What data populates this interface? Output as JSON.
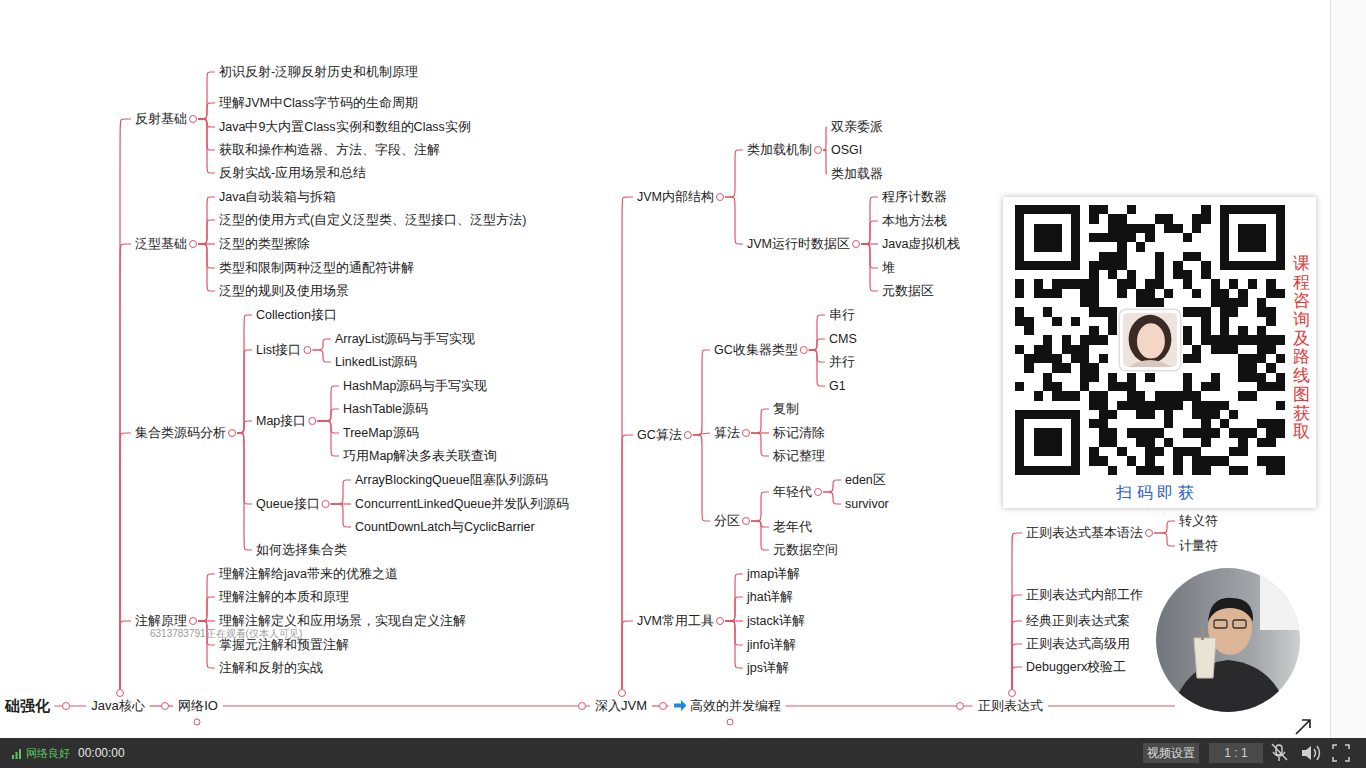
{
  "diagram": {
    "nodes": [
      {
        "text": [
          "反射基础"
        ]
      },
      {
        "text": [
          "初识反射-泛聊反射历史和机制原理"
        ]
      },
      {
        "text": [
          "理解JVM中Class字节码的生命周期"
        ]
      },
      {
        "text": [
          "Java中9大内置Class实例和数组的Class实例"
        ]
      },
      {
        "text": [
          "获取和操作构造器、方法、字段、注解"
        ]
      },
      {
        "text": [
          "反射实战-应用场景和总结"
        ]
      },
      {
        "text": [
          "泛型基础"
        ]
      },
      {
        "text": [
          "Java自动装箱与拆箱"
        ]
      },
      {
        "text": [
          "泛型的使用方式(自定义泛型类、泛型接口、泛型方法)"
        ]
      },
      {
        "text": [
          "泛型的类型擦除"
        ]
      },
      {
        "text": [
          "类型和限制两种泛型的通配符讲解"
        ]
      },
      {
        "text": [
          "泛型的规则及使用场景"
        ]
      },
      {
        "text": [
          "集合类源码分析"
        ]
      },
      {
        "text": [
          "Collection接口"
        ]
      },
      {
        "text": [
          "List接口"
        ]
      },
      {
        "text": [
          "ArrayList源码与手写实现"
        ]
      },
      {
        "text": [
          "LinkedList源码"
        ]
      },
      {
        "text": [
          "Map接口"
        ]
      },
      {
        "text": [
          "HashMap源码与手写实现"
        ]
      },
      {
        "text": [
          "HashTable源码"
        ]
      },
      {
        "text": [
          "TreeMap源码"
        ]
      },
      {
        "text": [
          "巧用Map解决多表关联查询"
        ]
      },
      {
        "text": [
          "Queue接口"
        ]
      },
      {
        "text": [
          "ArrayBlockingQueue阻塞队列源码"
        ]
      },
      {
        "text": [
          "ConcurrentLinkedQueue并发队列源码"
        ]
      },
      {
        "text": [
          "CountDownLatch与CyclicBarrier"
        ]
      },
      {
        "text": [
          "如何选择集合类"
        ]
      },
      {
        "text": [
          "注解原理"
        ]
      },
      {
        "text": [
          "理解注解给java带来的优雅之道"
        ]
      },
      {
        "text": [
          "理解注解的本质和原理"
        ]
      },
      {
        "text": [
          "理解注解定义和应用场景，实现自定义注解"
        ]
      },
      {
        "text": [
          "掌握元注解和预置注解"
        ]
      },
      {
        "text": [
          "注解和反射的实战"
        ]
      },
      {
        "text": [
          "JVM内部结构"
        ]
      },
      {
        "text": [
          "类加载机制"
        ]
      },
      {
        "text": [
          "双亲委派"
        ]
      },
      {
        "text": [
          "OSGI"
        ]
      },
      {
        "text": [
          "类加载器"
        ]
      },
      {
        "text": [
          "JVM运行时数据区"
        ]
      },
      {
        "text": [
          "程序计数器"
        ]
      },
      {
        "text": [
          "本地方法栈"
        ]
      },
      {
        "text": [
          "Java虚拟机栈"
        ]
      },
      {
        "text": [
          "堆"
        ]
      },
      {
        "text": [
          "元数据区"
        ]
      },
      {
        "text": [
          "GC算法"
        ]
      },
      {
        "text": [
          "GC收集器类型"
        ]
      },
      {
        "text": [
          "串行"
        ]
      },
      {
        "text": [
          "CMS"
        ]
      },
      {
        "text": [
          "并行"
        ]
      },
      {
        "text": [
          "G1"
        ]
      },
      {
        "text": [
          "算法"
        ]
      },
      {
        "text": [
          "复制"
        ]
      },
      {
        "text": [
          "标记清除"
        ]
      },
      {
        "text": [
          "标记整理"
        ]
      },
      {
        "text": [
          "分区"
        ]
      },
      {
        "text": [
          "年轻代"
        ]
      },
      {
        "text": [
          "eden区"
        ]
      },
      {
        "text": [
          "survivor"
        ]
      },
      {
        "text": [
          "老年代"
        ]
      },
      {
        "text": [
          "元数据空间"
        ]
      },
      {
        "text": [
          "JVM常用工具"
        ]
      },
      {
        "text": [
          "jmap详解"
        ]
      },
      {
        "text": [
          "jhat详解"
        ]
      },
      {
        "text": [
          "jstack详解"
        ]
      },
      {
        "text": [
          "jinfo详解"
        ]
      },
      {
        "text": [
          "jps详解"
        ]
      },
      {
        "text": [
          "正则表达式基本语法"
        ]
      },
      {
        "text": [
          "转义符"
        ]
      },
      {
        "text": [
          "计量符"
        ]
      },
      {
        "text": [
          "正则表达式内部工作"
        ]
      },
      {
        "text": [
          "经典正则表达式案"
        ]
      },
      {
        "text": [
          "正则表达式高级用"
        ]
      },
      {
        "text": [
          "Debuggerx校验工"
        ]
      },
      {
        "text": [
          "础强化"
        ]
      },
      {
        "text": [
          "Java核心"
        ]
      },
      {
        "text": [
          "网络IO"
        ]
      },
      {
        "text": [
          "深入JVM"
        ]
      },
      {
        "text": [
          "高效的并发编程"
        ]
      },
      {
        "text": [
          "正则表达式"
        ]
      }
    ],
    "edges": [
      {
        "from": 73,
        "to": 74,
        "arrow": "none"
      },
      {
        "from": 74,
        "to": 75,
        "arrow": "none"
      },
      {
        "from": 75,
        "to": 76,
        "arrow": "none"
      },
      {
        "from": 76,
        "to": 77,
        "arrow": "none"
      },
      {
        "from": 77,
        "to": 78,
        "arrow": "none"
      },
      {
        "from": 74,
        "to": 0,
        "arrow": "none"
      },
      {
        "from": 74,
        "to": 6,
        "arrow": "none"
      },
      {
        "from": 74,
        "to": 12,
        "arrow": "none"
      },
      {
        "from": 74,
        "to": 27,
        "arrow": "none"
      },
      {
        "from": 0,
        "to": 1,
        "arrow": "none"
      },
      {
        "from": 0,
        "to": 2,
        "arrow": "none"
      },
      {
        "from": 0,
        "to": 3,
        "arrow": "none"
      },
      {
        "from": 0,
        "to": 4,
        "arrow": "none"
      },
      {
        "from": 0,
        "to": 5,
        "arrow": "none"
      },
      {
        "from": 6,
        "to": 7,
        "arrow": "none"
      },
      {
        "from": 6,
        "to": 8,
        "arrow": "none"
      },
      {
        "from": 6,
        "to": 9,
        "arrow": "none"
      },
      {
        "from": 6,
        "to": 10,
        "arrow": "none"
      },
      {
        "from": 6,
        "to": 11,
        "arrow": "none"
      },
      {
        "from": 12,
        "to": 13,
        "arrow": "none"
      },
      {
        "from": 12,
        "to": 14,
        "arrow": "none"
      },
      {
        "from": 12,
        "to": 17,
        "arrow": "none"
      },
      {
        "from": 12,
        "to": 22,
        "arrow": "none"
      },
      {
        "from": 12,
        "to": 26,
        "arrow": "none"
      },
      {
        "from": 14,
        "to": 15,
        "arrow": "none"
      },
      {
        "from": 14,
        "to": 16,
        "arrow": "none"
      },
      {
        "from": 17,
        "to": 18,
        "arrow": "none"
      },
      {
        "from": 17,
        "to": 19,
        "arrow": "none"
      },
      {
        "from": 17,
        "to": 20,
        "arrow": "none"
      },
      {
        "from": 17,
        "to": 21,
        "arrow": "none"
      },
      {
        "from": 22,
        "to": 23,
        "arrow": "none"
      },
      {
        "from": 22,
        "to": 24,
        "arrow": "none"
      },
      {
        "from": 22,
        "to": 25,
        "arrow": "none"
      },
      {
        "from": 27,
        "to": 28,
        "arrow": "none"
      },
      {
        "from": 27,
        "to": 29,
        "arrow": "none"
      },
      {
        "from": 27,
        "to": 30,
        "arrow": "none"
      },
      {
        "from": 27,
        "to": 31,
        "arrow": "none"
      },
      {
        "from": 27,
        "to": 32,
        "arrow": "none"
      },
      {
        "from": 76,
        "to": 33,
        "arrow": "none"
      },
      {
        "from": 76,
        "to": 44,
        "arrow": "none"
      },
      {
        "from": 76,
        "to": 60,
        "arrow": "none"
      },
      {
        "from": 33,
        "to": 34,
        "arrow": "none"
      },
      {
        "from": 33,
        "to": 38,
        "arrow": "none"
      },
      {
        "from": 34,
        "to": 35,
        "arrow": "none"
      },
      {
        "from": 34,
        "to": 36,
        "arrow": "none"
      },
      {
        "from": 34,
        "to": 37,
        "arrow": "none"
      },
      {
        "from": 38,
        "to": 39,
        "arrow": "none"
      },
      {
        "from": 38,
        "to": 40,
        "arrow": "none"
      },
      {
        "from": 38,
        "to": 41,
        "arrow": "none"
      },
      {
        "from": 38,
        "to": 42,
        "arrow": "none"
      },
      {
        "from": 38,
        "to": 43,
        "arrow": "none"
      },
      {
        "from": 44,
        "to": 45,
        "arrow": "none"
      },
      {
        "from": 44,
        "to": 50,
        "arrow": "none"
      },
      {
        "from": 44,
        "to": 54,
        "arrow": "none"
      },
      {
        "from": 45,
        "to": 46,
        "arrow": "none"
      },
      {
        "from": 45,
        "to": 47,
        "arrow": "none"
      },
      {
        "from": 45,
        "to": 48,
        "arrow": "none"
      },
      {
        "from": 45,
        "to": 49,
        "arrow": "none"
      },
      {
        "from": 50,
        "to": 51,
        "arrow": "none"
      },
      {
        "from": 50,
        "to": 52,
        "arrow": "none"
      },
      {
        "from": 50,
        "to": 53,
        "arrow": "none"
      },
      {
        "from": 54,
        "to": 55,
        "arrow": "none"
      },
      {
        "from": 54,
        "to": 58,
        "arrow": "none"
      },
      {
        "from": 54,
        "to": 59,
        "arrow": "none"
      },
      {
        "from": 55,
        "to": 56,
        "arrow": "none"
      },
      {
        "from": 55,
        "to": 57,
        "arrow": "none"
      },
      {
        "from": 60,
        "to": 61,
        "arrow": "none"
      },
      {
        "from": 60,
        "to": 62,
        "arrow": "none"
      },
      {
        "from": 60,
        "to": 63,
        "arrow": "none"
      },
      {
        "from": 60,
        "to": 64,
        "arrow": "none"
      },
      {
        "from": 60,
        "to": 65,
        "arrow": "none"
      },
      {
        "from": 78,
        "to": 66,
        "arrow": "none"
      },
      {
        "from": 78,
        "to": 69,
        "arrow": "none"
      },
      {
        "from": 78,
        "to": 70,
        "arrow": "none"
      },
      {
        "from": 78,
        "to": 71,
        "arrow": "none"
      },
      {
        "from": 78,
        "to": 72,
        "arrow": "none"
      },
      {
        "from": 66,
        "to": 67,
        "arrow": "none"
      },
      {
        "from": 66,
        "to": 68,
        "arrow": "none"
      }
    ],
    "labels": [
      "6313783791正在观看(仅本人可见)",
      "课程咨询及路线图获取",
      "扫 码 即 获",
      "网络良好",
      "00:00:00",
      "视频设置",
      "1 : 1"
    ]
  }
}
